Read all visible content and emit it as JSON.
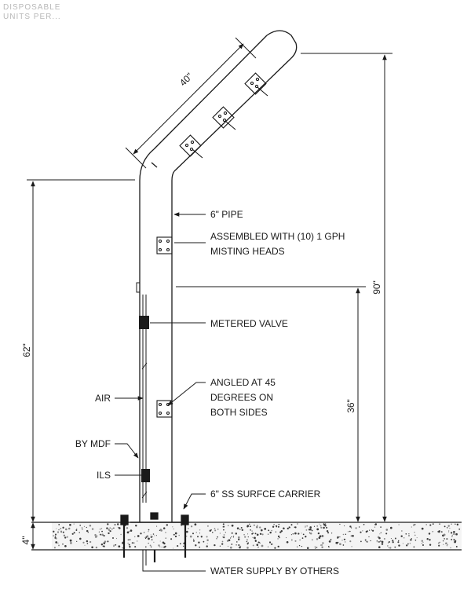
{
  "header": {
    "faint_line_1": "DISPOSABLE",
    "faint_line_2": "UNITS PER..."
  },
  "labels": {
    "pipe": "6\" PIPE",
    "assembled_1": "ASSEMBLED WITH (10) 1 GPH",
    "assembled_2": "MISTING HEADS",
    "metered_valve": "METERED VALVE",
    "angled_1": "ANGLED AT 45",
    "angled_2": "DEGREES ON",
    "angled_3": "BOTH SIDES",
    "air": "AIR",
    "by_mdf": "BY MDF",
    "ils": "ILS",
    "carrier": "6\" SS SURFCE CARRIER",
    "water_supply": "WATER SUPPLY BY OTHERS"
  },
  "dimensions": {
    "arm_length": "40\"",
    "total_height": "90\"",
    "vertical_height": "62\"",
    "lower_height": "36\"",
    "slab_depth": "4\""
  },
  "colors": {
    "line": "#1a1a1a",
    "ground_fill": "#f2f2f2"
  }
}
